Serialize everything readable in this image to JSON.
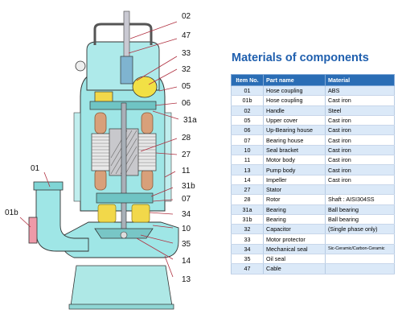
{
  "title": "Materials of components",
  "table": {
    "headers": [
      "Item No.",
      "Part name",
      "Material"
    ],
    "rows": [
      {
        "no": "01",
        "part": "Hose coupling",
        "material": "ABS"
      },
      {
        "no": "01b",
        "part": "Hose coupling",
        "material": "Cast iron"
      },
      {
        "no": "02",
        "part": "Handle",
        "material": "Steel"
      },
      {
        "no": "05",
        "part": "Upper cover",
        "material": "Cast iron"
      },
      {
        "no": "06",
        "part": "Up-Bearing house",
        "material": "Cast iron"
      },
      {
        "no": "07",
        "part": "Bearing house",
        "material": "Cast iron"
      },
      {
        "no": "10",
        "part": "Seal bracket",
        "material": "Cast iron"
      },
      {
        "no": "11",
        "part": "Motor body",
        "material": "Cast iron"
      },
      {
        "no": "13",
        "part": "Pump body",
        "material": "Cast iron"
      },
      {
        "no": "14",
        "part": "Impeller",
        "material": "Cast iron"
      },
      {
        "no": "27",
        "part": "Stator",
        "material": ""
      },
      {
        "no": "28",
        "part": "Rotor",
        "material": "Shaft : AISI304SS"
      },
      {
        "no": "31a",
        "part": "Bearing",
        "material": "Ball bearing"
      },
      {
        "no": "31b",
        "part": "Bearing",
        "material": "Ball bearing"
      },
      {
        "no": "32",
        "part": "Capacitor",
        "material": "(Single phase only)"
      },
      {
        "no": "33",
        "part": "Motor protector",
        "material": ""
      },
      {
        "no": "34",
        "part": "Mechanical seal",
        "material": "Sic-Ceramic/Carbon-Ceramic"
      },
      {
        "no": "35",
        "part": "Oil seal",
        "material": ""
      },
      {
        "no": "47",
        "part": "Cable",
        "material": ""
      }
    ]
  },
  "callouts": {
    "c02": "02",
    "c47": "47",
    "c33": "33",
    "c32": "32",
    "c05": "05",
    "c06": "06",
    "c31a": "31a",
    "c28": "28",
    "c27": "27",
    "c11": "11",
    "c01": "01",
    "c31b": "31b",
    "c07": "07",
    "c34": "34",
    "c01b": "01b",
    "c10": "10",
    "c35": "35",
    "c14": "14",
    "c13": "13"
  },
  "colors": {
    "header_blue": "#2a6db5",
    "title_blue": "#1f5fae",
    "pump_cyan": "#9fe6e6",
    "copper": "#d8a07a",
    "seal_yellow": "#f2d84a"
  }
}
